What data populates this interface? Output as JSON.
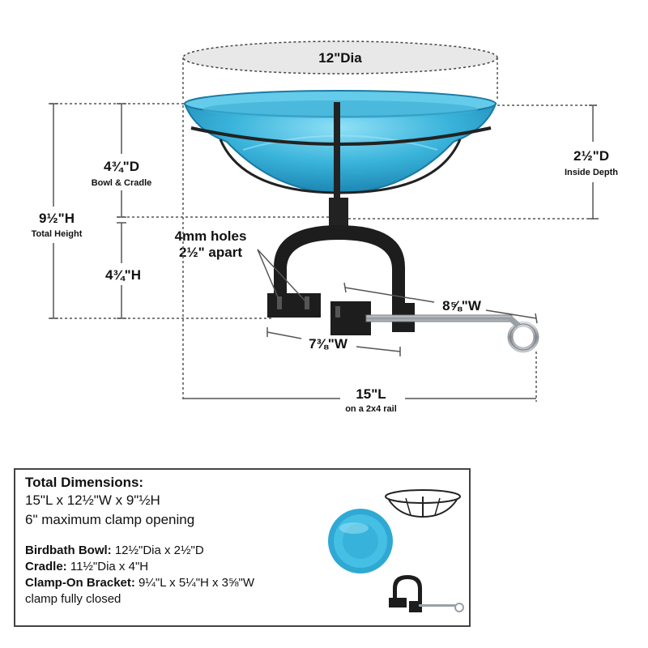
{
  "diagram": {
    "bowl_diameter": "12\"Dia",
    "bowl_cradle_depth": "4¾\"D",
    "bowl_cradle_caption": "Bowl & Cradle",
    "inside_depth": "2½\"D",
    "inside_depth_caption": "Inside Depth",
    "total_height": "9½\"H",
    "total_height_caption": "Total Height",
    "bracket_height": "4¾\"H",
    "holes_line1": "4mm holes",
    "holes_line2": "2½\" apart",
    "clamp_width": "8⅝\"W",
    "bracket_width": "7⅜\"W",
    "total_length": "15\"L",
    "total_length_caption": "on a 2x4 rail",
    "colors": {
      "glass": "#3fb8dd",
      "metal": "#222222",
      "steel": "#9aa0a6"
    }
  },
  "specs": {
    "title": "Total Dimensions:",
    "line1": "15\"L x 12½\"W x 9\"½H",
    "line2": "6\" maximum clamp opening",
    "rows": [
      {
        "label": "Birdbath Bowl:",
        "value": " 12½\"Dia x 2½\"D"
      },
      {
        "label": "Cradle:",
        "value": " 11½\"Dia x 4\"H"
      },
      {
        "label": "Clamp-On Bracket:",
        "value": " 9¼\"L  x 5¼\"H x 3⅝\"W"
      }
    ],
    "footnote": "clamp fully closed"
  }
}
